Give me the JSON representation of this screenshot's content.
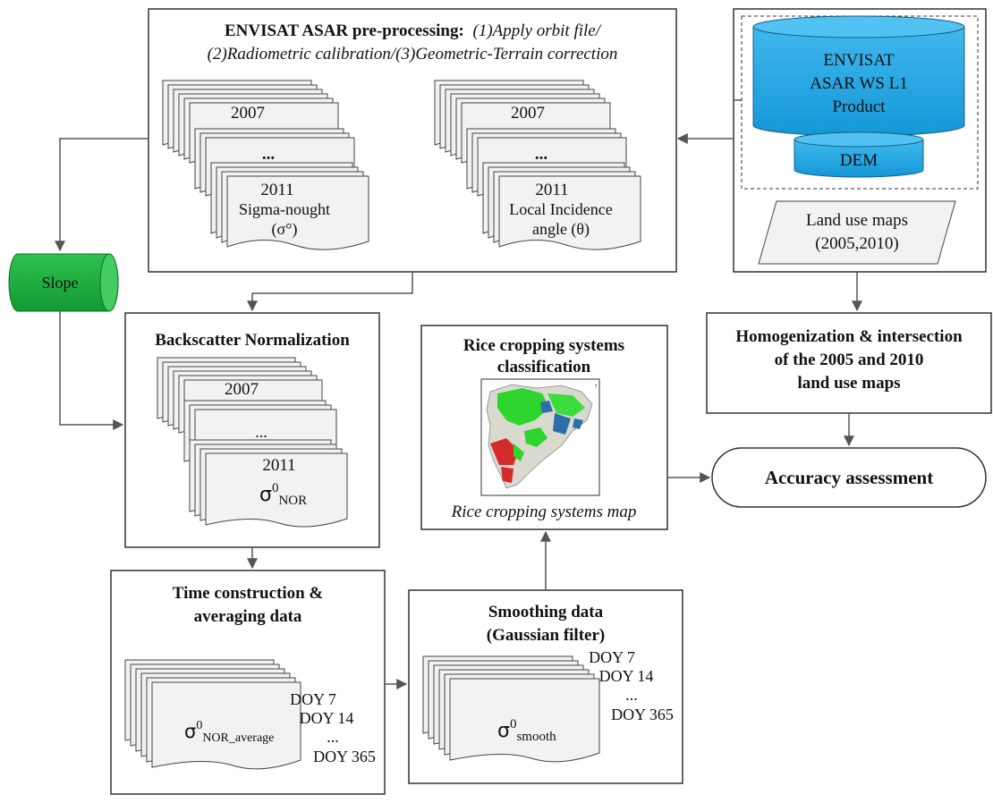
{
  "preprocessing": {
    "title_bold": "ENVISAT ASAR pre-processing:",
    "title_italic_1": "(1)Apply orbit file/",
    "title_italic_2": "(2)Radiometric calibration/(3)Geometric-Terrain correction",
    "sigma_stack": {
      "year_start": "2007",
      "ellipsis": "...",
      "year_end": "2011",
      "label_1": "Sigma-nought",
      "label_2": "(σ°)"
    },
    "theta_stack": {
      "year_start": "2007",
      "ellipsis": "...",
      "year_end": "2011",
      "label_1": "Local Incidence",
      "label_2": "angle (θ)"
    }
  },
  "inputs": {
    "envisat_1": "ENVISAT",
    "envisat_2": "ASAR WS L1",
    "envisat_3": "Product",
    "dem": "DEM",
    "landuse_1": "Land use maps",
    "landuse_2": "(2005,2010)"
  },
  "slope": "Slope",
  "normalization": {
    "title": "Backscatter Normalization",
    "year_start": "2007",
    "ellipsis": "...",
    "year_end": "2011",
    "sigma": "σ",
    "sup": "0",
    "sub": "NOR"
  },
  "classification": {
    "title_1": "Rice cropping systems",
    "title_2": "classification",
    "caption": "Rice cropping systems map"
  },
  "homogenization": {
    "line_1": "Homogenization & intersection",
    "line_2": "of the 2005 and 2010",
    "line_3": "land use maps"
  },
  "accuracy": "Accuracy assessment",
  "time_construction": {
    "title_1": "Time construction &",
    "title_2": "averaging data",
    "doy_1": "DOY 7",
    "doy_2": "DOY 14",
    "ellipsis": "...",
    "doy_3": "DOY 365",
    "sigma": "σ",
    "sup": "0",
    "sub": "NOR_average"
  },
  "smoothing": {
    "title_1": "Smoothing data",
    "title_2": "(Gaussian filter)",
    "doy_1": "DOY 7",
    "doy_2": "DOY 14",
    "ellipsis": "...",
    "doy_3": "DOY 365",
    "sigma": "σ",
    "sup": "0",
    "sub": "smooth"
  },
  "colors": {
    "envisat_fill": "#1aa3e0",
    "slope_fill": "#18a83a",
    "doc_fill": "#f2f2f2",
    "line": "#555555"
  }
}
